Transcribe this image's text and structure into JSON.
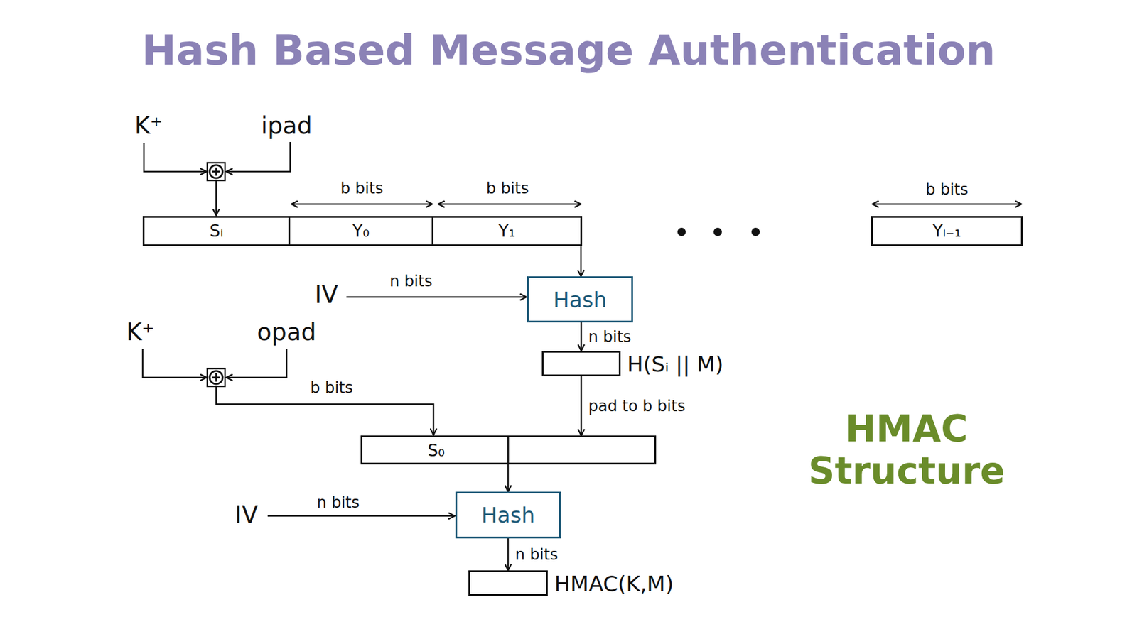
{
  "diagram": {
    "title": "Hash Based Message Authentication",
    "nodes": [
      {
        "text": [
          "Sᵢ"
        ]
      },
      {
        "text": [
          "Y₀"
        ]
      },
      {
        "text": [
          "Y₁"
        ]
      },
      {
        "text": [
          "Yₗ₋₁"
        ]
      },
      {
        "text": [
          "Hash"
        ]
      },
      {
        "text": [
          "H(Sᵢ || M)"
        ]
      },
      {
        "text": [
          "S₀"
        ]
      },
      {
        "text": [
          "Hash"
        ]
      },
      {
        "text": [
          "HMAC(K,M)"
        ]
      }
    ],
    "edges": [
      {
        "from": 2,
        "to": 4,
        "arrow": "to"
      },
      {
        "from": 4,
        "to": 5,
        "label": "n bits",
        "arrow": "to"
      },
      {
        "from": 5,
        "to": 6,
        "label": "pad to b bits",
        "arrow": "to"
      },
      {
        "from": 6,
        "to": 7,
        "arrow": "to"
      },
      {
        "from": 7,
        "to": 8,
        "label": "n bits",
        "arrow": "to"
      }
    ],
    "labels": [
      "K⁺",
      "ipad",
      "b bits",
      "b bits",
      "b bits",
      "IV",
      "n bits",
      "K⁺",
      "opad",
      "b bits",
      "HMAC Structure",
      "IV",
      "n bits"
    ]
  }
}
